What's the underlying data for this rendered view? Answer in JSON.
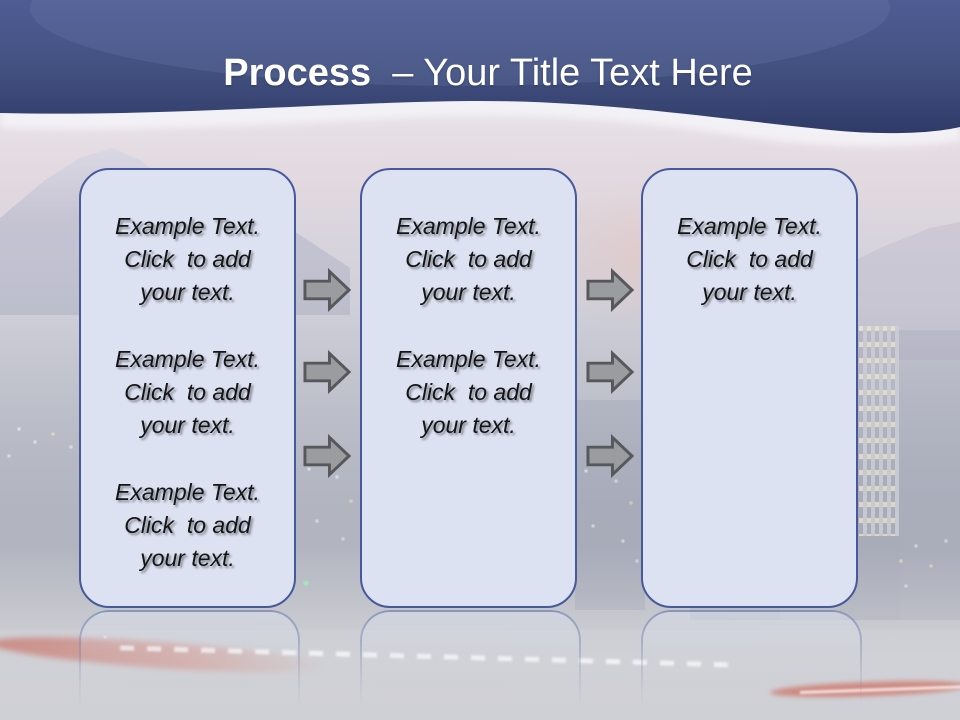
{
  "title": {
    "emphasis": "Process",
    "rest": "  – Your Title Text Here"
  },
  "process": {
    "columns": [
      {
        "name": "step-1",
        "items": [
          "Example Text.\nClick  to add\nyour text.",
          "Example Text.\nClick  to add\nyour text.",
          "Example Text.\nClick  to add\nyour text."
        ]
      },
      {
        "name": "step-2",
        "items": [
          "Example Text.\nClick  to add\nyour text.",
          "Example Text.\nClick  to add\nyour text."
        ]
      },
      {
        "name": "step-3",
        "items": [
          "Example Text.\nClick  to add\nyour text."
        ]
      }
    ],
    "connectors": [
      {
        "from": "step-1",
        "to": "step-2",
        "arrow_count": 3,
        "direction": "right"
      },
      {
        "from": "step-2",
        "to": "step-3",
        "arrow_count": 3,
        "direction": "right"
      }
    ]
  },
  "icons": {
    "arrow": "right-block-arrow"
  },
  "colors": {
    "header_top": "#4e5c94",
    "header_bottom": "#2f3a68",
    "box_fill": "#dce2f2",
    "box_border": "#47599b",
    "arrow_fill": "#9b9c9f",
    "arrow_border": "#57585b",
    "title_text": "#ffffff",
    "body_text": "#141414"
  }
}
